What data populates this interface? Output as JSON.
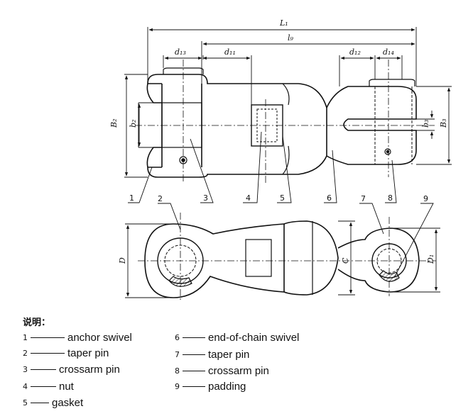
{
  "dimensions": {
    "L1": "L₁",
    "l9": "l₉",
    "d13": "d₁₃",
    "d11": "d₁₁",
    "d12": "d₁₂",
    "d14": "d₁₄",
    "B2": "B₂",
    "b2": "b₂",
    "b3": "b₃",
    "B3": "B₃",
    "D": "D",
    "C": "C",
    "D1": "D₁"
  },
  "callouts": [
    "1",
    "2",
    "3",
    "4",
    "5",
    "6",
    "7",
    "8",
    "9"
  ],
  "legend": {
    "title": "说明：",
    "items": [
      {
        "num": "1",
        "label": "anchor swivel"
      },
      {
        "num": "2",
        "label": "taper pin"
      },
      {
        "num": "3",
        "label": "crossarm pin"
      },
      {
        "num": "4",
        "label": "nut"
      },
      {
        "num": "5",
        "label": "gasket"
      },
      {
        "num": "6",
        "label": "end-of-chain swivel"
      },
      {
        "num": "7",
        "label": "taper pin"
      },
      {
        "num": "8",
        "label": "crossarm pin"
      },
      {
        "num": "9",
        "label": "padding"
      }
    ]
  }
}
